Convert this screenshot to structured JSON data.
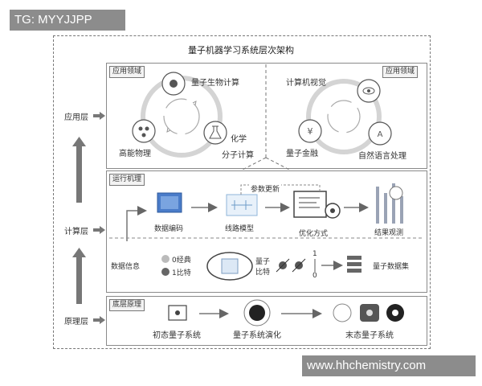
{
  "watermark_top": "TG: MYYJJPP",
  "watermark_bottom": "www.hhchemistry.com",
  "title": "量子机器学习系统层次架构",
  "layers": {
    "app": "应用层",
    "compute": "计算层",
    "principle": "原理层"
  },
  "application": {
    "tag_left": "应用领域",
    "tag_right": "应用领域",
    "left": {
      "bio": "量子生物计算",
      "phys": "高能物理",
      "chem1": "化学",
      "chem2": "分子计算"
    },
    "right": {
      "vision": "计算机视觉",
      "finance": "量子金融",
      "nlp": "自然语言处理"
    }
  },
  "mechanism": {
    "tag": "运行机理",
    "param_update": "参数更新",
    "encode": "数据编码",
    "circuit": "线路模型",
    "optimize": "优化方式",
    "observe": "结果观测",
    "data_info": "数据信息",
    "classical": "0经典",
    "bit": "1比特",
    "qubit1": "量子",
    "qubit2": "比特",
    "bloch_1": "1",
    "bloch_0": "0",
    "dataset": "量子数据集"
  },
  "principle": {
    "tag": "底层原理",
    "initial": "初态量子系统",
    "evolution": "量子系统演化",
    "final": "末态量子系统"
  }
}
